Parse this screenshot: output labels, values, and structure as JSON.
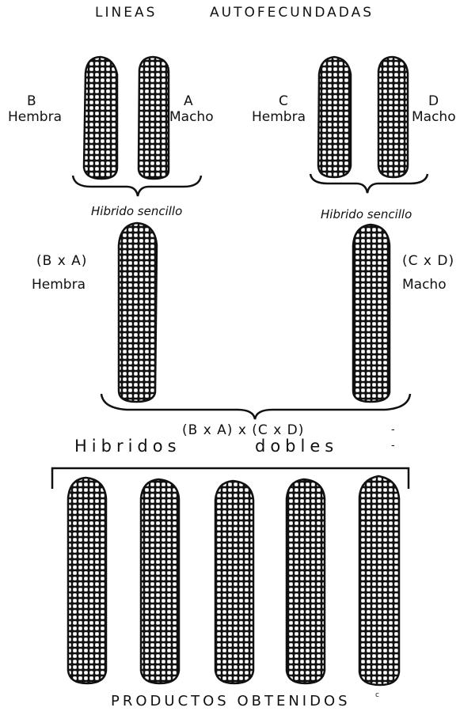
{
  "header": {
    "left": "LINEAS",
    "right": "AUTOFECUNDADAS"
  },
  "parents": {
    "b": {
      "letter": "B",
      "sex": "Hembra"
    },
    "a": {
      "letter": "A",
      "sex": "Macho"
    },
    "c": {
      "letter": "C",
      "sex": "Hembra"
    },
    "d": {
      "letter": "D",
      "sex": "Macho"
    }
  },
  "single_hybrids": {
    "left_caption": "Hibrido sencillo",
    "right_caption": "Hibrido sencillo",
    "ba": {
      "cross": "(B x A)",
      "sex": "Hembra"
    },
    "cd": {
      "cross": "(C x D)",
      "sex": "Macho"
    }
  },
  "double_hybrid": {
    "cross": "(B x A) x (C x D)",
    "word1": "Hibridos",
    "word2": "dobles",
    "mark1": "-",
    "mark2": "-"
  },
  "footer": {
    "text": "PRODUCTOS OBTENIDOS",
    "mark": "c"
  },
  "colors": {
    "ink": "#111111",
    "paper": "#ffffff"
  }
}
